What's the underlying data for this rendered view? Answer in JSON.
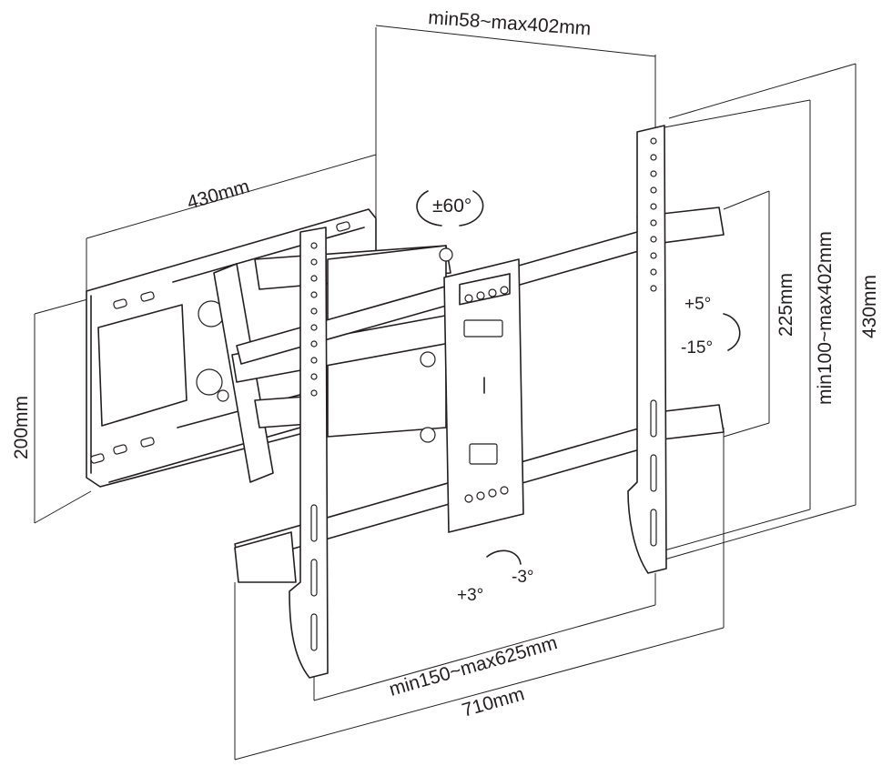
{
  "dimensions": {
    "top_width": "min58~max402mm",
    "plate_width": "430mm",
    "plate_height": "200mm",
    "rail_spacing": "225mm",
    "vertical_range": "min100~max402mm",
    "total_height": "430mm",
    "horizontal_range": "min150~max625mm",
    "total_width": "710mm"
  },
  "adjustments": {
    "swivel": "±60°",
    "tilt_up": "+5°",
    "tilt_down": "-15°",
    "level_plus": "+3°",
    "level_minus": "-3°"
  },
  "colors": {
    "line": "#231f20",
    "background": "#ffffff"
  }
}
